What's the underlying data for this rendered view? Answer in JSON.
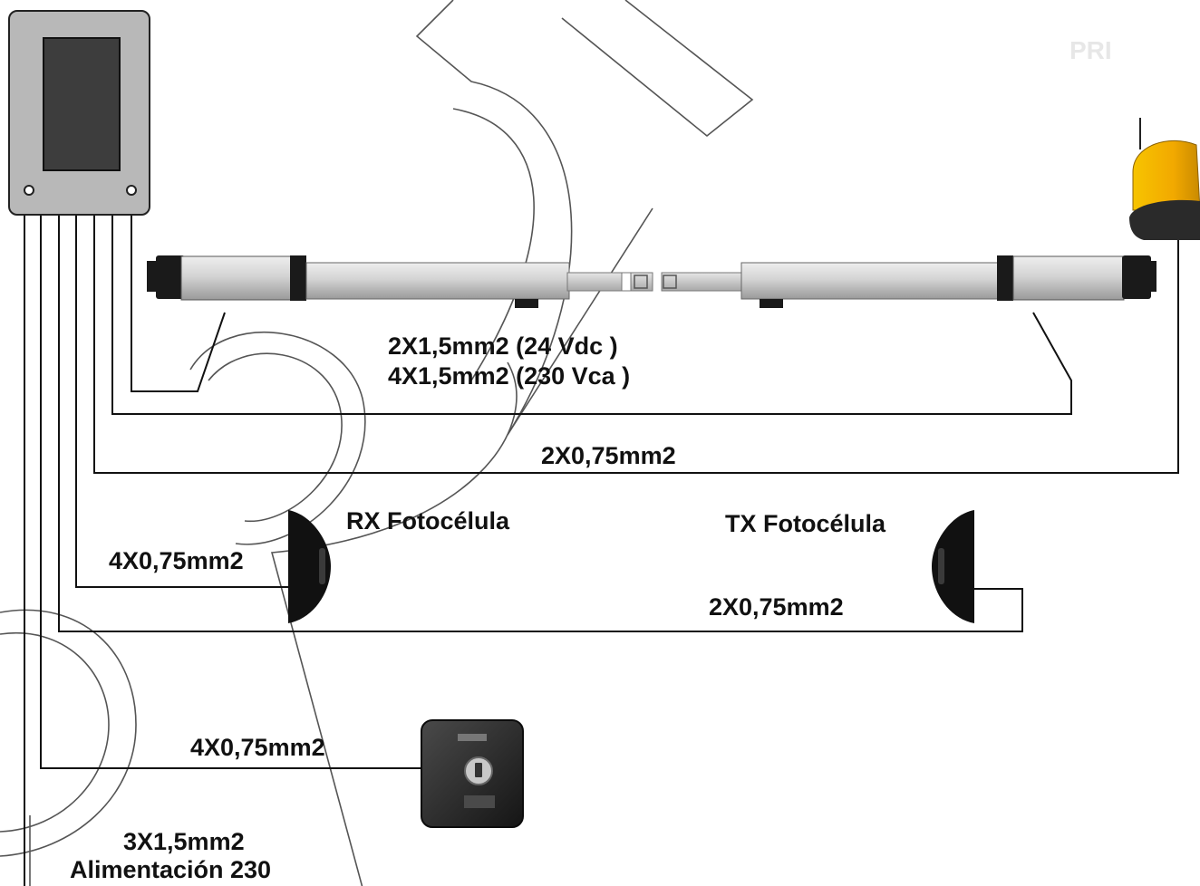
{
  "labels": {
    "motor_cable_24": "2X1,5mm2 (24 Vdc )",
    "motor_cable_230": "4X1,5mm2 (230 Vca )",
    "lamp_cable": "2X0,75mm2",
    "rx_title": "RX Fotocélula",
    "tx_title": "TX Fotocélula",
    "rx_cable": "4X0,75mm2",
    "tx_cable": "2X0,75mm2",
    "key_cable": "4X0,75mm2",
    "power_cable": "3X1,5mm2",
    "power_label": "Alimentación 230"
  },
  "watermark": "PRI",
  "colors": {
    "wire": "#111111",
    "box_body": "#b8b8b8",
    "box_screen": "#3d3d3d",
    "actuator": "#cfcfcf",
    "actuator_cap": "#1a1a1a",
    "lamp_yellow": "#f2b800",
    "photocell": "#111111",
    "key_switch": "#2a2a2a"
  }
}
